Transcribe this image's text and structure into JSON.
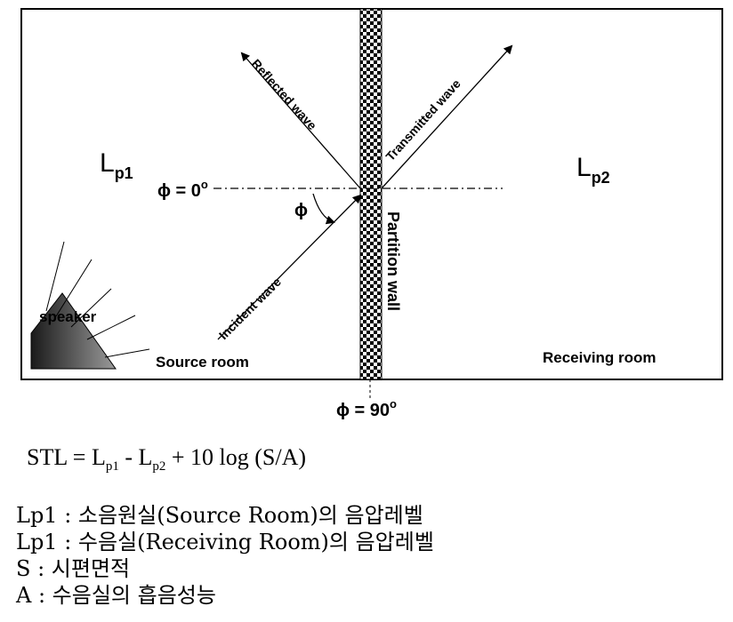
{
  "diagram": {
    "Lp1_main": "L",
    "Lp1_sub": "p1",
    "Lp2_main": "L",
    "Lp2_sub": "p2",
    "phi0_label": "ϕ = 0",
    "phi0_sup": "o",
    "phi_label": "ϕ",
    "phi90_label": "ϕ = 90",
    "phi90_sup": "o",
    "speaker_label": "speaker",
    "source_room_label": "Source room",
    "receiving_room_label": "Receiving room",
    "partition_label": "Partition wall",
    "incident_label": "Incident wave",
    "reflected_label": "Reflected wave",
    "transmitted_label": "Transmitted wave"
  },
  "formula": {
    "stl": "STL",
    "eq": " = ",
    "l1": "L",
    "l1_sub": "p1",
    "minus": " - ",
    "l2": "L",
    "l2_sub": "p2",
    "rest": " + 10 log (S/A)"
  },
  "legend": {
    "line1": "Lp1 : 소음원실(Source Room)의 음압레벨",
    "line2": "Lp1 : 수음실(Receiving Room)의 음압레벨",
    "line3": "S : 시편면적",
    "line4": "A : 수음실의 흡음성능"
  }
}
